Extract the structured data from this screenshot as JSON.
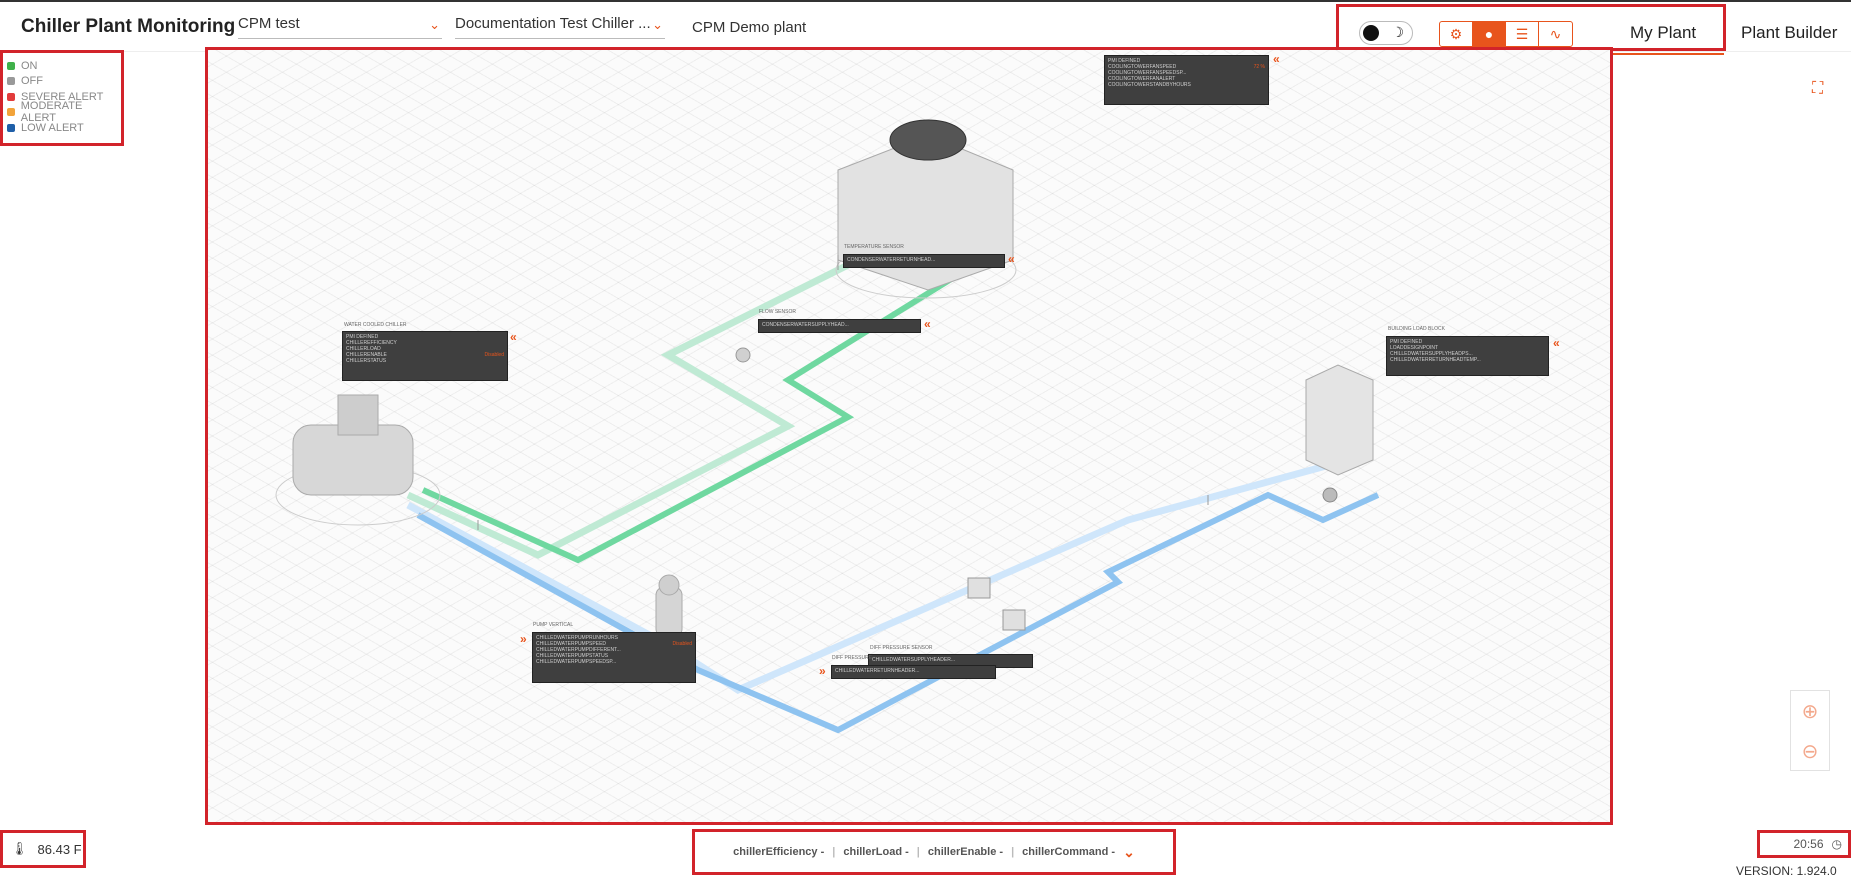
{
  "header": {
    "app_title": "Chiller Plant Monitoring",
    "plant_select": "CPM test",
    "chiller_select": "Documentation Test Chiller ...",
    "demo_plant": "CPM Demo plant",
    "tabs": [
      {
        "label": "My Plant",
        "active": true
      },
      {
        "label": "Plant Builder",
        "active": false
      }
    ],
    "accent_color": "#e8541c"
  },
  "legend": [
    {
      "label": "ON",
      "color": "#3fb14a"
    },
    {
      "label": "OFF",
      "color": "#999999"
    },
    {
      "label": "SEVERE ALERT",
      "color": "#e23b3b"
    },
    {
      "label": "MODERATE ALERT",
      "color": "#f2a33a"
    },
    {
      "label": "LOW ALERT",
      "color": "#1f5fa8"
    }
  ],
  "diagram": {
    "cooling_tower": {
      "label": "",
      "lines": [
        "PMI DEFINED",
        "COOLINGTOWERFANSPEED",
        "COOLINGTOWERFANSPEEDSP...",
        "COOLINGTOWERFANALERT",
        "COOLINGTOWERSTANDBYHOURS"
      ],
      "value": "72 %"
    },
    "temp_sensor": {
      "label": "TEMPERATURE SENSOR",
      "lines": [
        "CONDENSERWATERRETURNHEAD..."
      ]
    },
    "flow_sensor": {
      "label": "FLOW SENSOR",
      "lines": [
        "CONDENSERWATERSUPPLYHEAD..."
      ]
    },
    "chiller": {
      "label": "WATER COOLED CHILLER",
      "lines": [
        "PMI DEFINED",
        "CHILLEREFFICIENCY",
        "CHILLERLOAD",
        "CHILLERENABLE",
        "CHILLERSTATUS"
      ],
      "value": "Disabled"
    },
    "building": {
      "label": "BUILDING LOAD BLOCK",
      "lines": [
        "PMI DEFINED",
        "LOADDESIGNPOINT",
        "CHILLEDWATERSUPPLYHEADPS...",
        "CHILLEDWATERRETURNHEADTEMP..."
      ]
    },
    "pump": {
      "label": "PUMP VERTICAL",
      "lines": [
        "CHILLEDWATERPUMPRUNHOURS",
        "CHILLEDWATERPUMPSPEED",
        "CHILLEDWATERPUMPDIFFERENT...",
        "CHILLEDWATERPUMPSTATUS",
        "CHILLEDWATERPUMPSPEEDSP..."
      ],
      "value": "Disabled"
    },
    "diff_pressure_a": {
      "label": "DIFF PRESSURE SENSOR",
      "lines": [
        "CHILLEDWATERSUPPLYHEADER..."
      ]
    },
    "diff_pressure_b": {
      "label": "DIFF PRESSURE",
      "lines": [
        "CHILLEDWATERRETURNHEADER..."
      ]
    }
  },
  "bottom": {
    "temperature": "86.43 F",
    "parameters": [
      {
        "name": "chillerEfficiency",
        "value": "-"
      },
      {
        "name": "chillerLoad",
        "value": "-"
      },
      {
        "name": "chillerEnable",
        "value": "-"
      },
      {
        "name": "chillerCommand",
        "value": "-"
      }
    ],
    "time": "20:56",
    "version": "VERSION: 1.924.0"
  }
}
